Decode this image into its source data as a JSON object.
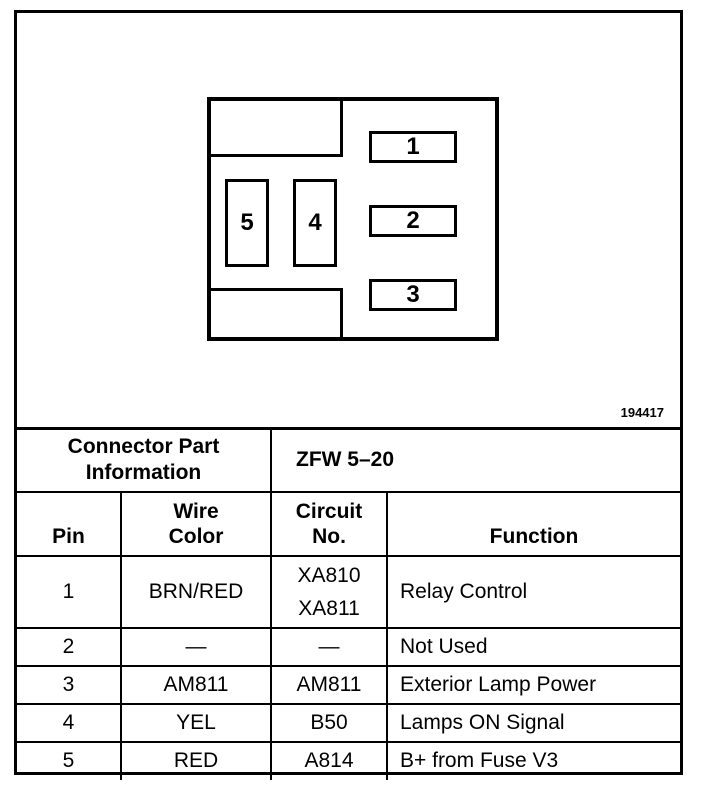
{
  "figure_id": "194417",
  "connector": {
    "pins": [
      {
        "label": "1"
      },
      {
        "label": "2"
      },
      {
        "label": "3"
      },
      {
        "label": "4"
      },
      {
        "label": "5"
      }
    ]
  },
  "table": {
    "part_info_label": "Connector Part Information",
    "part_info_value": "ZFW 5–20",
    "headers": {
      "pin": "Pin",
      "wire_color": "Wire Color",
      "circuit_no": "Circuit No.",
      "function": "Function"
    },
    "rows": [
      {
        "pin": "1",
        "wire_color": "BRN/RED",
        "circuit": [
          "XA810",
          "XA811"
        ],
        "function": "Relay Control"
      },
      {
        "pin": "2",
        "wire_color": "—",
        "circuit": [
          "—"
        ],
        "function": "Not Used"
      },
      {
        "pin": "3",
        "wire_color": "AM811",
        "circuit": [
          "AM811"
        ],
        "function": "Exterior Lamp Power"
      },
      {
        "pin": "4",
        "wire_color": "YEL",
        "circuit": [
          "B50"
        ],
        "function": "Lamps ON Signal"
      },
      {
        "pin": "5",
        "wire_color": "RED",
        "circuit": [
          "A814"
        ],
        "function": "B+ from Fuse V3"
      }
    ]
  }
}
